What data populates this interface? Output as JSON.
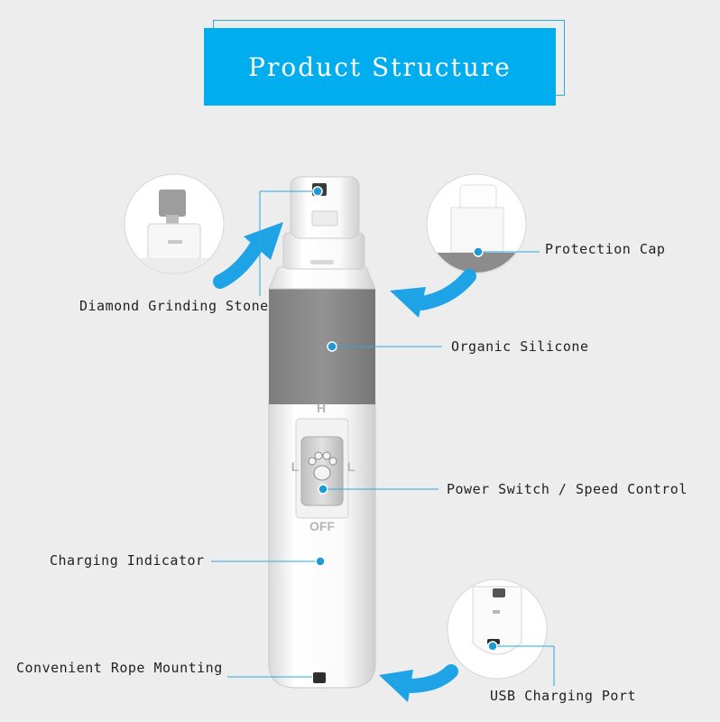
{
  "header": {
    "title": "Product Structure"
  },
  "labels": {
    "diamond_stone": "Diamond Grinding Stone",
    "protection_cap": "Protection Cap",
    "organic_silicone": "Organic Silicone",
    "power_switch": "Power Switch / Speed Control",
    "charging_indicator": "Charging Indicator",
    "rope_mounting": "Convenient Rope Mounting",
    "usb_port": "USB Charging Port"
  },
  "device": {
    "speed_high": "H",
    "speed_low_left": "L",
    "speed_low_right": "L",
    "off_label": "OFF"
  },
  "colors": {
    "accent": "#00adef",
    "background": "#ededed",
    "silicone_band": "#8c8c8c",
    "arrow": "#1ea4e6"
  }
}
